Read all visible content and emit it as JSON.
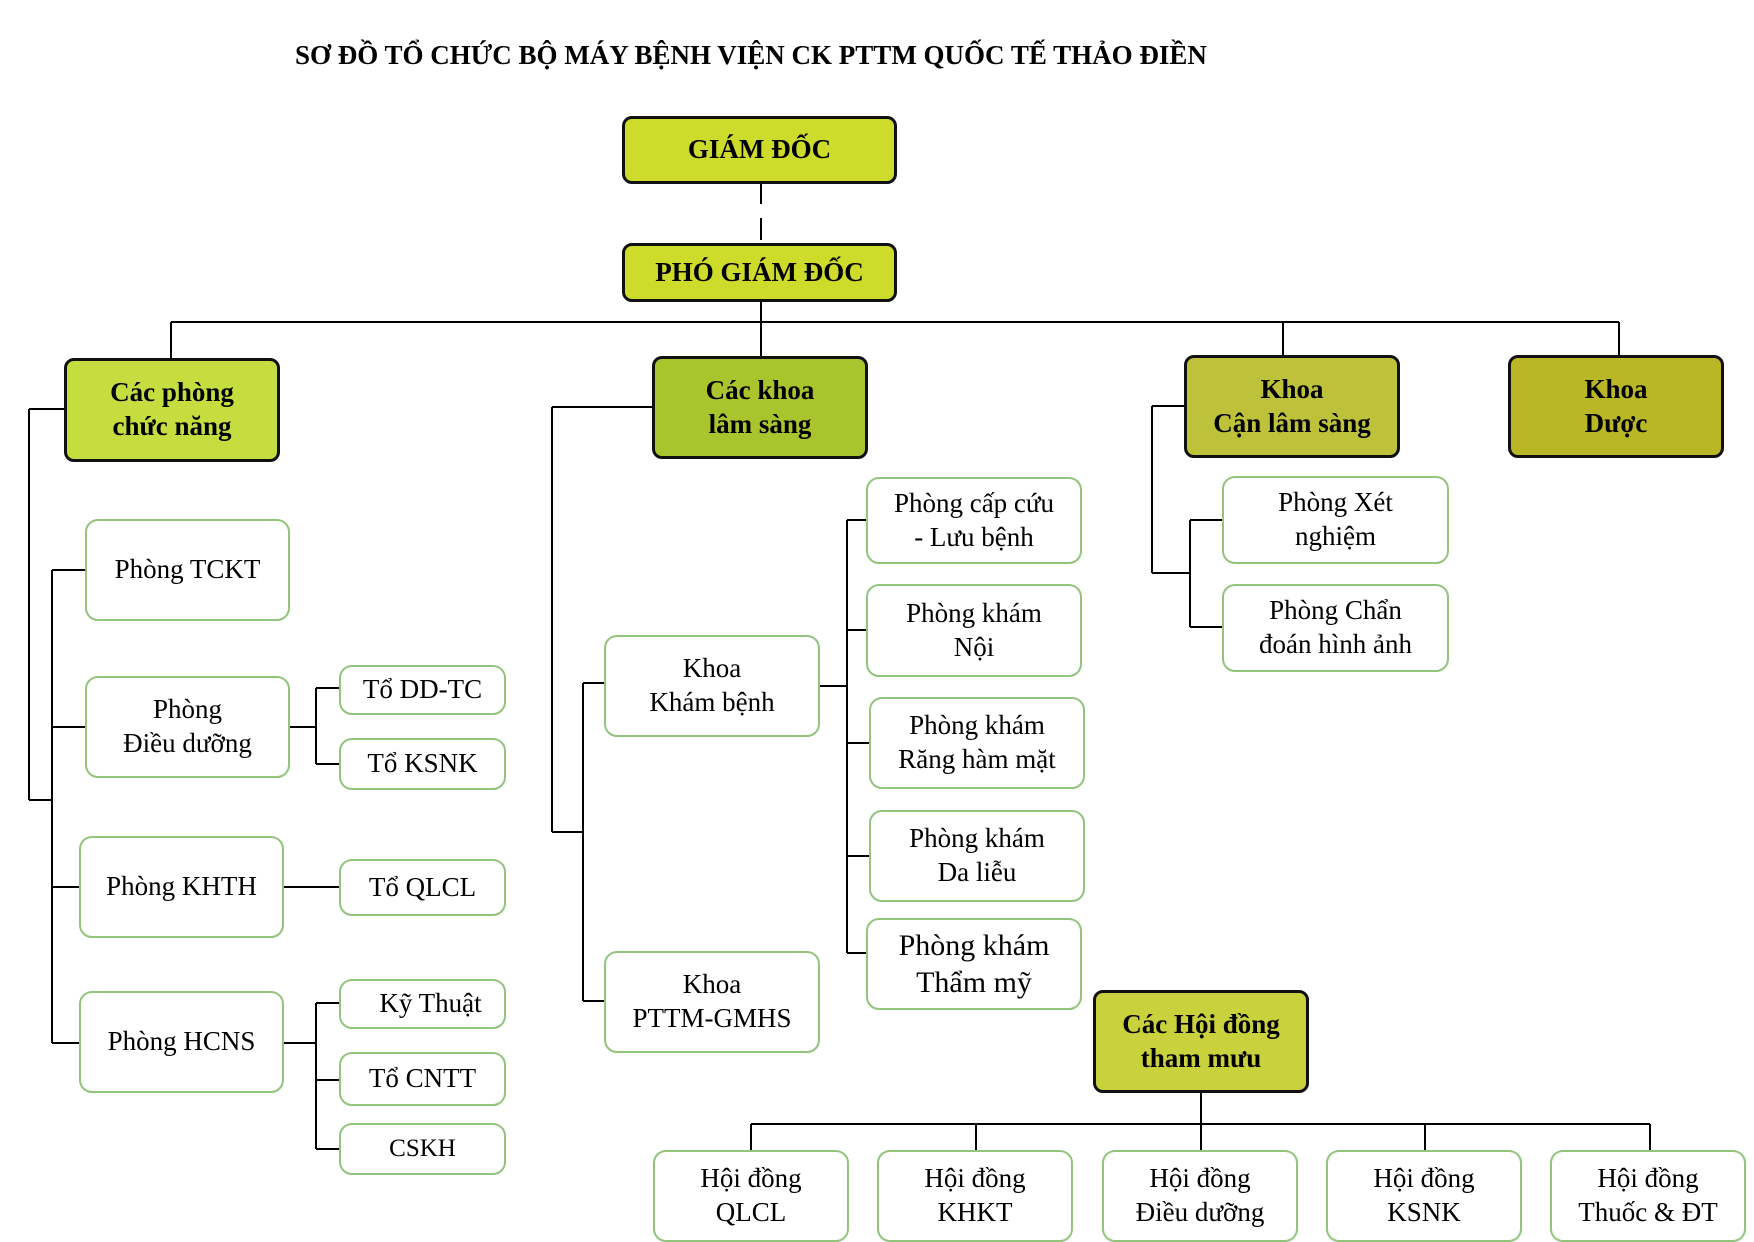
{
  "title": "SƠ ĐỒ TỔ CHỨC BỘ MÁY BỆNH VIỆN CK PTTM QUỐC TẾ THẢO ĐIỀN",
  "colors": {
    "director": "#cddc2b",
    "level1_functional": "#c5dd3f",
    "level1_clinical": "#a9c42c",
    "level1_paraclinical": "#bdc23a",
    "level1_pharmacy": "#b9b725",
    "council": "#c9d13c",
    "sub_border": "#92c47c",
    "line": "#000000"
  },
  "leaders": {
    "director": "GIÁM ĐỐC",
    "deputy": "PHÓ GIÁM ĐỐC"
  },
  "level1": {
    "functional": [
      "Các phòng",
      "chức năng"
    ],
    "clinical": [
      "Các khoa",
      "lâm sàng"
    ],
    "paraclinical": [
      "Khoa",
      "Cận lâm sàng"
    ],
    "pharmacy": [
      "Khoa",
      "Dược"
    ]
  },
  "functional_units": {
    "tckt": "Phòng TCKT",
    "nursing": [
      "Phòng",
      "Điều dưỡng"
    ],
    "khth": "Phòng KHTH",
    "hcns": "Phòng HCNS",
    "dd_tc": "Tổ DD-TC",
    "ksnk": "Tổ KSNK",
    "qlcl": "Tổ QLCL",
    "ky_thuat": "Kỹ Thuật",
    "cntt": "Tổ CNTT",
    "cskh": "CSKH"
  },
  "clinical_units": {
    "kham_benh": [
      "Khoa",
      "Khám bệnh"
    ],
    "pttm": [
      "Khoa",
      "PTTM-GMHS"
    ],
    "cap_cuu": [
      "Phòng cấp cứu",
      "- Lưu bệnh"
    ],
    "noi": [
      "Phòng khám",
      "Nội"
    ],
    "rhm": [
      "Phòng khám",
      "Răng hàm mặt"
    ],
    "da_lieu": [
      "Phòng khám",
      "Da liễu"
    ],
    "tham_my": [
      "Phòng khám",
      "Thẩm mỹ"
    ]
  },
  "paraclinical_units": {
    "xet_nghiem": [
      "Phòng Xét",
      "nghiệm"
    ],
    "cdha": [
      "Phòng Chẩn",
      "đoán hình ảnh"
    ]
  },
  "councils": {
    "head": [
      "Các Hội đồng",
      "tham mưu"
    ],
    "qlcl": [
      "Hội đồng",
      "QLCL"
    ],
    "khkt": [
      "Hội đồng",
      "KHKT"
    ],
    "dieu_duong": [
      "Hội đồng",
      "Điều dưỡng"
    ],
    "ksnk": [
      "Hội đồng",
      "KSNK"
    ],
    "thuoc": [
      "Hội đồng",
      "Thuốc & ĐT"
    ]
  }
}
